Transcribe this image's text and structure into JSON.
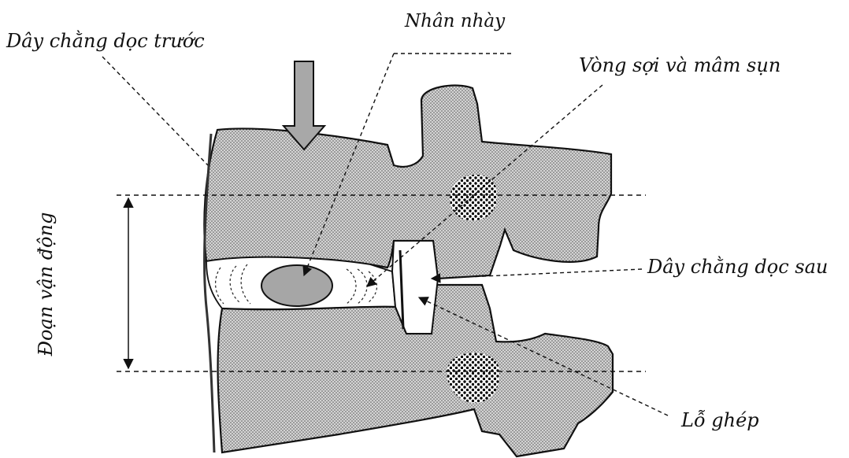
{
  "labels": {
    "nhan_nhay": "Nhân nhày",
    "day_chang_doc_truoc": "Dây chằng dọc trước",
    "vong_soi_mam_sun": "Vòng sợi và mâm sụn",
    "day_chang_doc_sau": "Dây chằng dọc sau",
    "lo_ghep": "Lỗ ghép",
    "doan_van_dong": "Đoạn vận động"
  },
  "colors": {
    "bone_fill": "#c9c9c9",
    "nucleus_fill": "#a6a6a6",
    "arrow_fill": "#a8a8a8",
    "line_color": "#111111"
  },
  "icons": {
    "load_arrow": "down-arrow-icon"
  }
}
